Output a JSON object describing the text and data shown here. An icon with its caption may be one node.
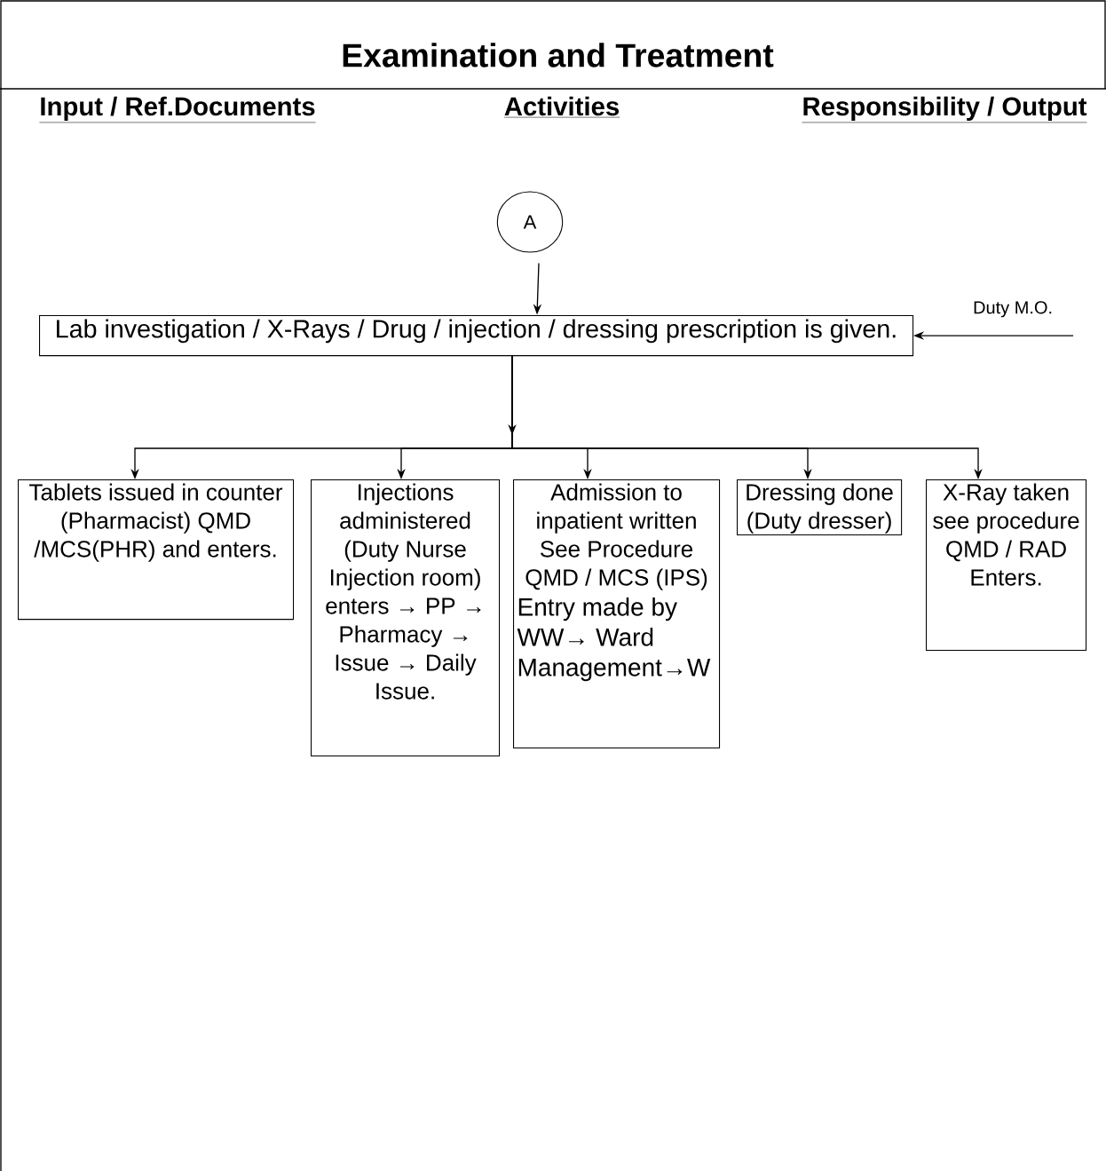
{
  "diagram": {
    "title": "Examination and Treatment",
    "nodes": [
      {
        "text": [
          "A"
        ]
      },
      {
        "text": [
          "Lab investigation / X-Rays / Drug / injection / dressing prescription is given."
        ]
      },
      {
        "text": [
          "Tablets issued in counter (Pharmacist) QMD /MCS(PHR) and enters."
        ]
      },
      {
        "text": [
          "Injections administered (Duty Nurse Injection room) enters → PP → Pharmacy → Issue → Daily Issue."
        ]
      },
      {
        "text": [
          "Admission to inpatient written See Procedure QMD / MCS (IPS)",
          "Entry made by WW→ Ward Management→W"
        ]
      },
      {
        "text": [
          "Dressing done (Duty dresser)"
        ]
      },
      {
        "text": [
          "X-Ray taken see procedure QMD / RAD Enters."
        ]
      }
    ],
    "edges": [
      {
        "from": 0,
        "to": 1,
        "arrow": "to"
      },
      {
        "from": null,
        "to": 1,
        "arrow": "to",
        "label": "Duty M.O."
      },
      {
        "from": 1,
        "to": 2,
        "arrow": "to"
      },
      {
        "from": 1,
        "to": 3,
        "arrow": "to"
      },
      {
        "from": 1,
        "to": 4,
        "arrow": "to"
      },
      {
        "from": 1,
        "to": 5,
        "arrow": "to"
      },
      {
        "from": 1,
        "to": 6,
        "arrow": "to"
      }
    ],
    "labels": [
      "Input / Ref.Documents",
      "Activities",
      "Responsibility / Output"
    ]
  }
}
